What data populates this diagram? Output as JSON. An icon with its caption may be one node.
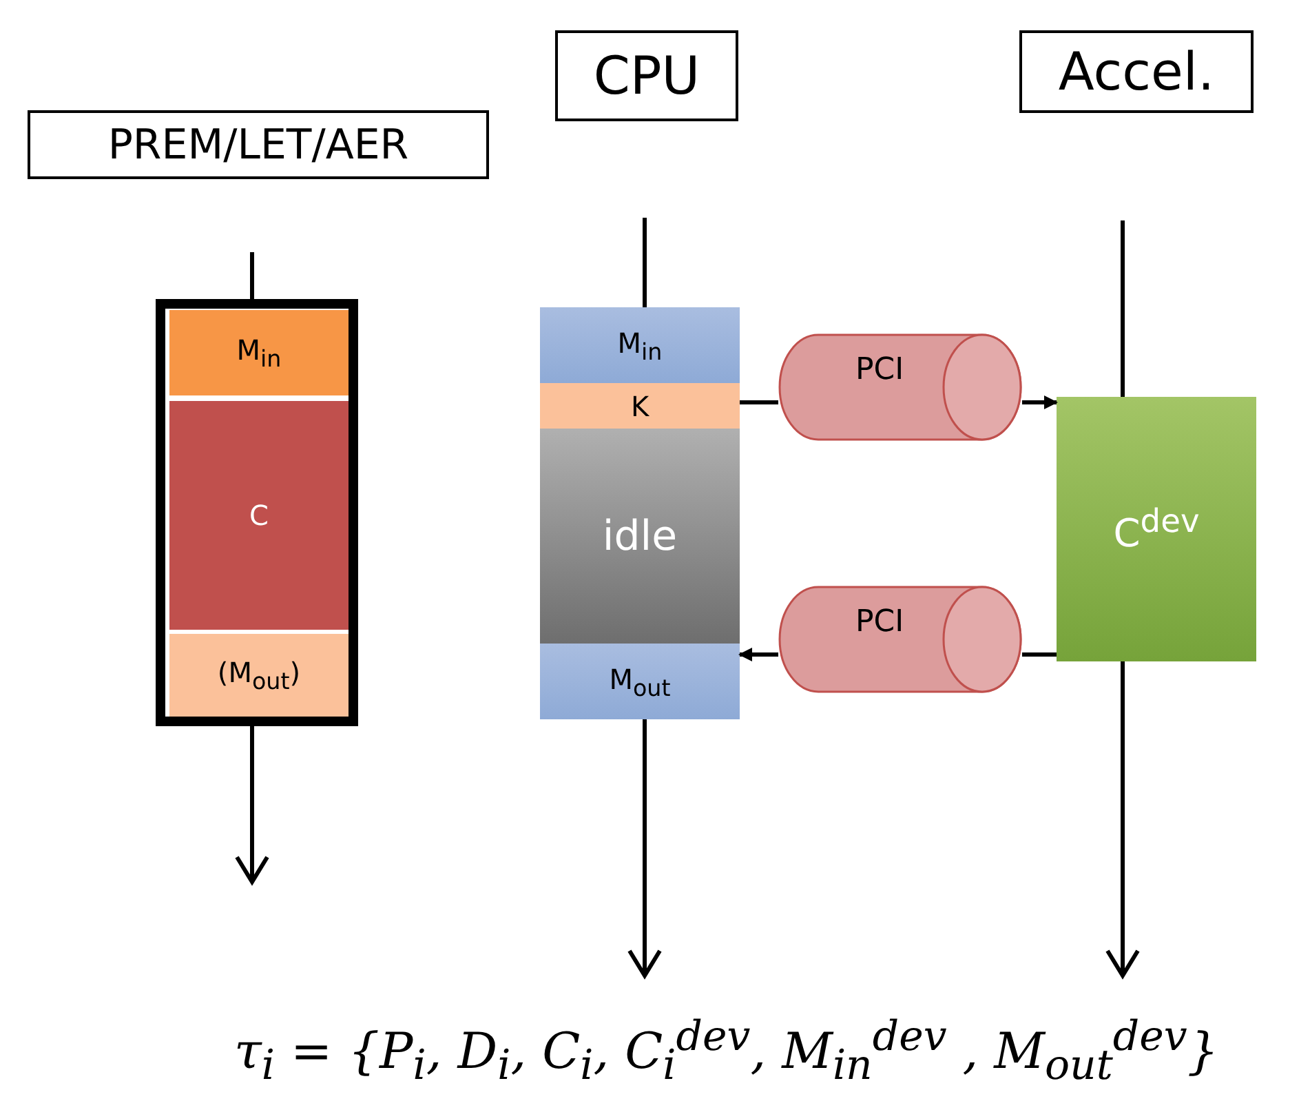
{
  "diagram": {
    "nodes": [
      {
        "text": [
          "PREM/LET/AER"
        ]
      },
      {
        "text": [],
        "shape": "box"
      },
      {
        "text": [
          "M$_{in}$"
        ],
        "in": 1
      },
      {
        "text": [
          "C"
        ],
        "in": 1
      },
      {
        "text": [
          "(M$_{out}$)"
        ],
        "in": 1
      },
      {
        "text": [
          "CPU"
        ]
      },
      {
        "text": [
          "M$_{in}$"
        ]
      },
      {
        "text": [
          "K"
        ]
      },
      {
        "text": [
          "idle"
        ]
      },
      {
        "text": [
          "M$_{out}$"
        ]
      },
      {
        "text": [
          "Accel."
        ]
      },
      {
        "text": [
          "PCI"
        ]
      },
      {
        "text": [
          "C$^{dev}$"
        ]
      },
      {
        "text": [
          "PCI"
        ]
      }
    ],
    "edges": [
      {
        "from": 7,
        "to": 11,
        "arrow": "none"
      },
      {
        "from": 11,
        "to": 12,
        "arrow": "to"
      },
      {
        "from": 12,
        "to": 13,
        "arrow": "none"
      },
      {
        "from": 13,
        "to": 9,
        "arrow": "to"
      }
    ],
    "labels": [
      "τ$_{i}$ = {P$_{i}$, D$_{i}$, C$_{i}$, C$_{i}$$^{dev}$, M$_{in}$$^{dev}$ , M$_{out}$$^{dev}$}"
    ]
  }
}
